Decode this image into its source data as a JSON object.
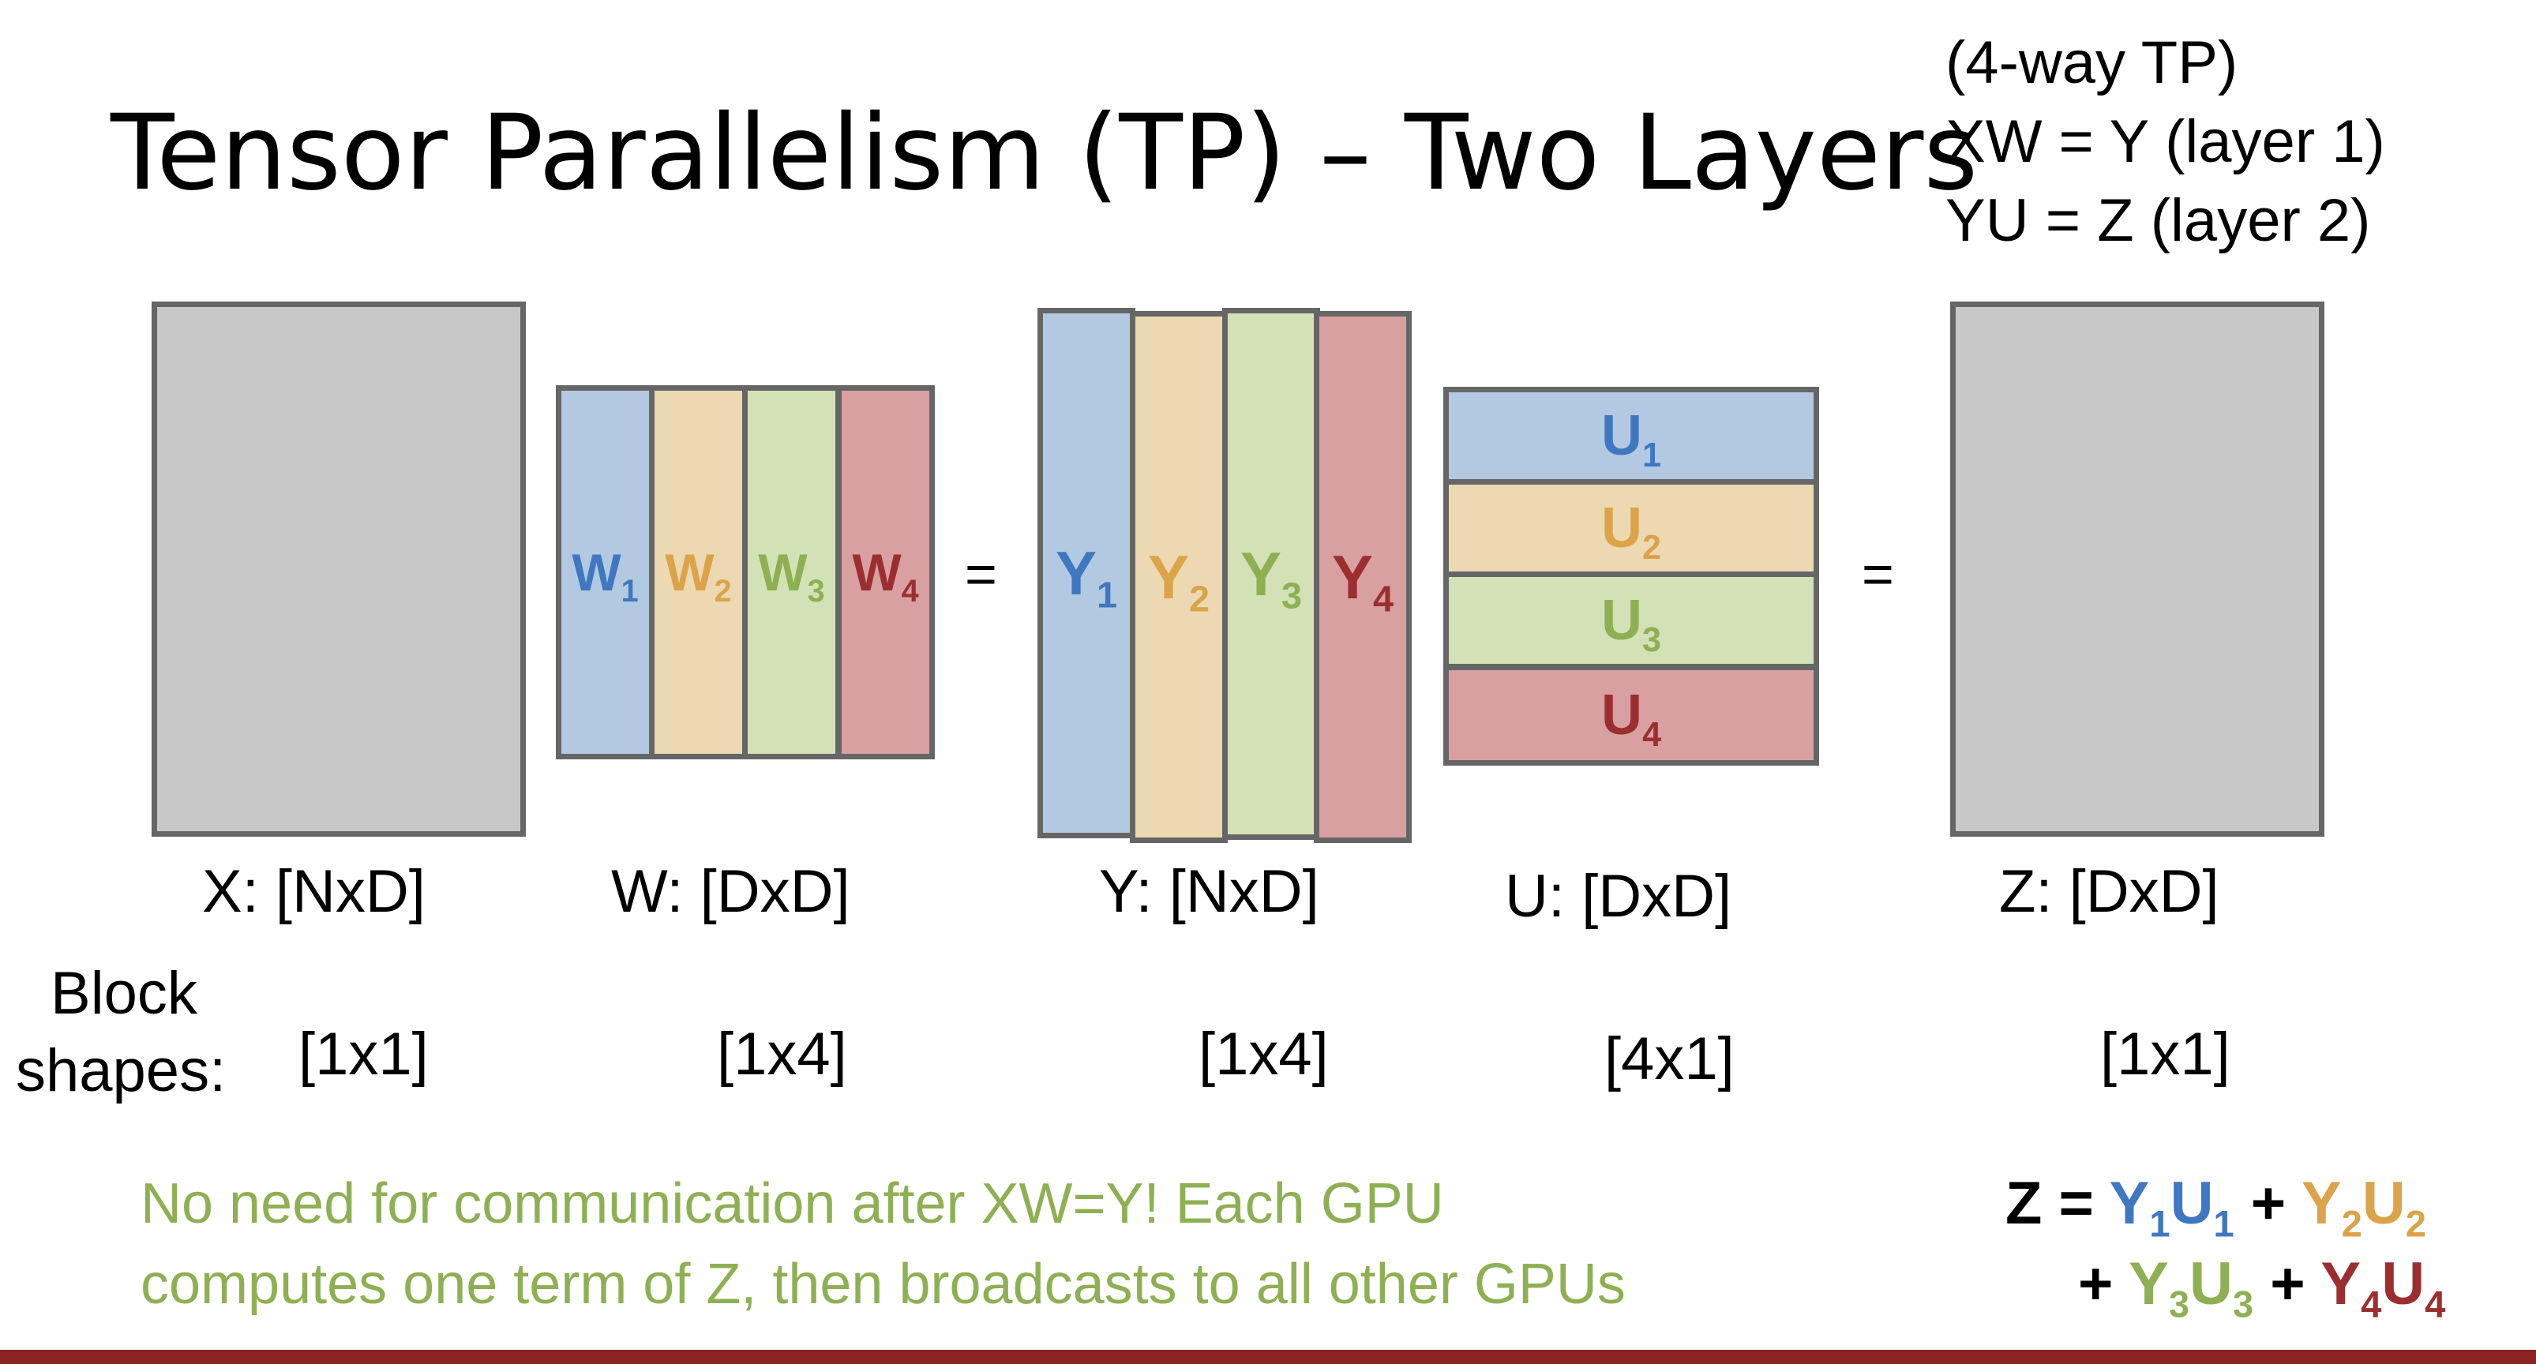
{
  "title": "Tensor Parallelism (TP) – Two Layers",
  "note": [
    "(4-way TP)",
    "XW = Y (layer 1)",
    "YU = Z  (layer 2)"
  ],
  "equals": "=",
  "colors": {
    "blue_fill": "#b3c9e1",
    "yellow_fill": "#ecd9b2",
    "green_fill": "#d3e1b6",
    "red_fill": "#d8a0a0",
    "blue_text": "#3f78c0",
    "yellow_text": "#dba34a",
    "green_text": "#8eb053",
    "red_text": "#9b2f2f",
    "gray_fill": "#c8c8c8",
    "border": "#666666",
    "bottom_bar": "#8b2323"
  },
  "matrices": {
    "x": {
      "label": "X: [NxD]",
      "block_shape": "[1x1]"
    },
    "w": {
      "label": "W: [DxD]",
      "block_shape": "[1x4]",
      "blocks": [
        {
          "letter": "W",
          "sub": "1"
        },
        {
          "letter": "W",
          "sub": "2"
        },
        {
          "letter": "W",
          "sub": "3"
        },
        {
          "letter": "W",
          "sub": "4"
        }
      ]
    },
    "y": {
      "label": "Y: [NxD]",
      "block_shape": "[1x4]",
      "blocks": [
        {
          "letter": "Y",
          "sub": "1"
        },
        {
          "letter": "Y",
          "sub": "2"
        },
        {
          "letter": "Y",
          "sub": "3"
        },
        {
          "letter": "Y",
          "sub": "4"
        }
      ]
    },
    "u": {
      "label": "U: [DxD]",
      "block_shape": "[4x1]",
      "blocks": [
        {
          "letter": "U",
          "sub": "1"
        },
        {
          "letter": "U",
          "sub": "2"
        },
        {
          "letter": "U",
          "sub": "3"
        },
        {
          "letter": "U",
          "sub": "4"
        }
      ]
    },
    "z": {
      "label": "Z: [DxD]",
      "block_shape": "[1x1]"
    }
  },
  "block_shapes_label": [
    "Block",
    "shapes:"
  ],
  "comment": [
    "No need for communication after XW=Y! Each GPU",
    "computes one term of Z, then broadcasts to all other GPUs"
  ],
  "formula": {
    "line1": {
      "lhs": "Z = ",
      "terms": [
        {
          "a": "Y",
          "as": "1",
          "b": "U",
          "bs": "1"
        },
        {
          "a": "Y",
          "as": "2",
          "b": "U",
          "bs": "2"
        }
      ],
      "plus": " + "
    },
    "line2": {
      "lead": "+ ",
      "terms": [
        {
          "a": "Y",
          "as": "3",
          "b": "U",
          "bs": "3"
        },
        {
          "a": "Y",
          "as": "4",
          "b": "U",
          "bs": "4"
        }
      ],
      "plus": " + "
    }
  }
}
